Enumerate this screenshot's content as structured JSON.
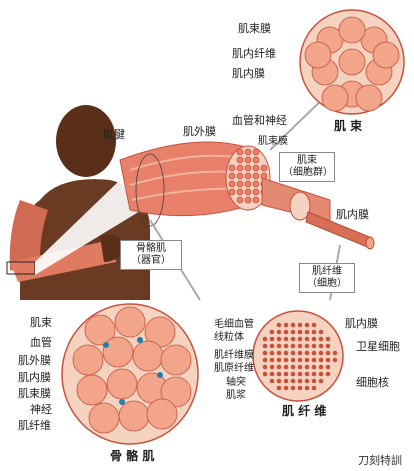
{
  "labels": {
    "top_circle": {
      "perimysium": "肌束膜",
      "endomysium_fiber": "肌内纤维",
      "endomysium": "肌内膜",
      "title": "肌 束"
    },
    "middle": {
      "tendon": "肌腱",
      "epimysium": "肌外膜",
      "vessels_nerves": "血管和神经",
      "perimysium": "肌束膜",
      "fascicle_box": [
        "肌束",
        "（细胞群）"
      ],
      "skeletal_box": [
        "骨骼肌",
        "（器官）"
      ],
      "endomysium": "肌内膜",
      "fiber_box": [
        "肌纤维",
        "（细胞）"
      ]
    },
    "bottom_left": {
      "fascicle": "肌束",
      "blood_vessel": "血管",
      "epimysium": "肌外膜",
      "endomysium": "肌内膜",
      "perimysium": "肌束膜",
      "nerve": "神经",
      "fiber": "肌纤维",
      "title": "骨 骼 肌"
    },
    "bottom_right": {
      "capillary": "毛细血管",
      "mitochondria": "线粒体",
      "sarcolemma": "肌纤维膜",
      "myofibril": "肌原纤维",
      "axon": "轴突",
      "sarcoplasm": "肌浆",
      "endomysium": "肌内膜",
      "satellite": "卫星细胞",
      "nucleus": "细胞核",
      "title": "肌 纤 维"
    },
    "watermark": "刀刻特訓"
  },
  "colors": {
    "muscle": "#e8806a",
    "muscle_dark": "#c9503c",
    "fiber_fill": "#f3a58a",
    "sheath": "#f6d2c0",
    "skin": "#6b3a22",
    "vessel": "#1e7fa8"
  }
}
